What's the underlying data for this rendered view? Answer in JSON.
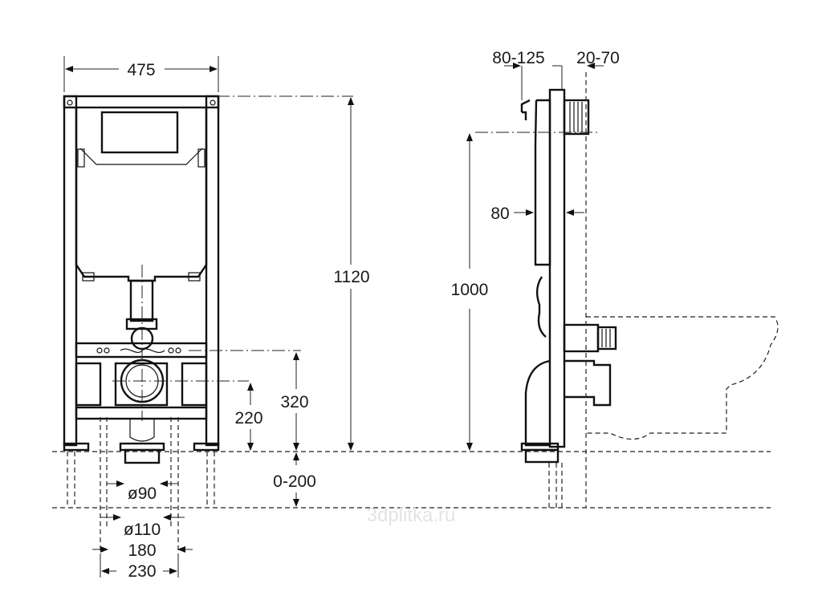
{
  "front_view": {
    "width_label": "475",
    "height_label": "1120",
    "drain_height_label": "320",
    "inlet_height_label": "220",
    "floor_range_label": "0-200",
    "dia_90_label": "ø90",
    "dia_110_label": "ø110",
    "bolt_180_label": "180",
    "bolt_230_label": "230"
  },
  "side_view": {
    "depth_range_label": "80-125",
    "wall_range_label": "20-70",
    "frame_depth_label": "80",
    "button_height_label": "1000"
  },
  "watermark": "3dplitka.ru"
}
